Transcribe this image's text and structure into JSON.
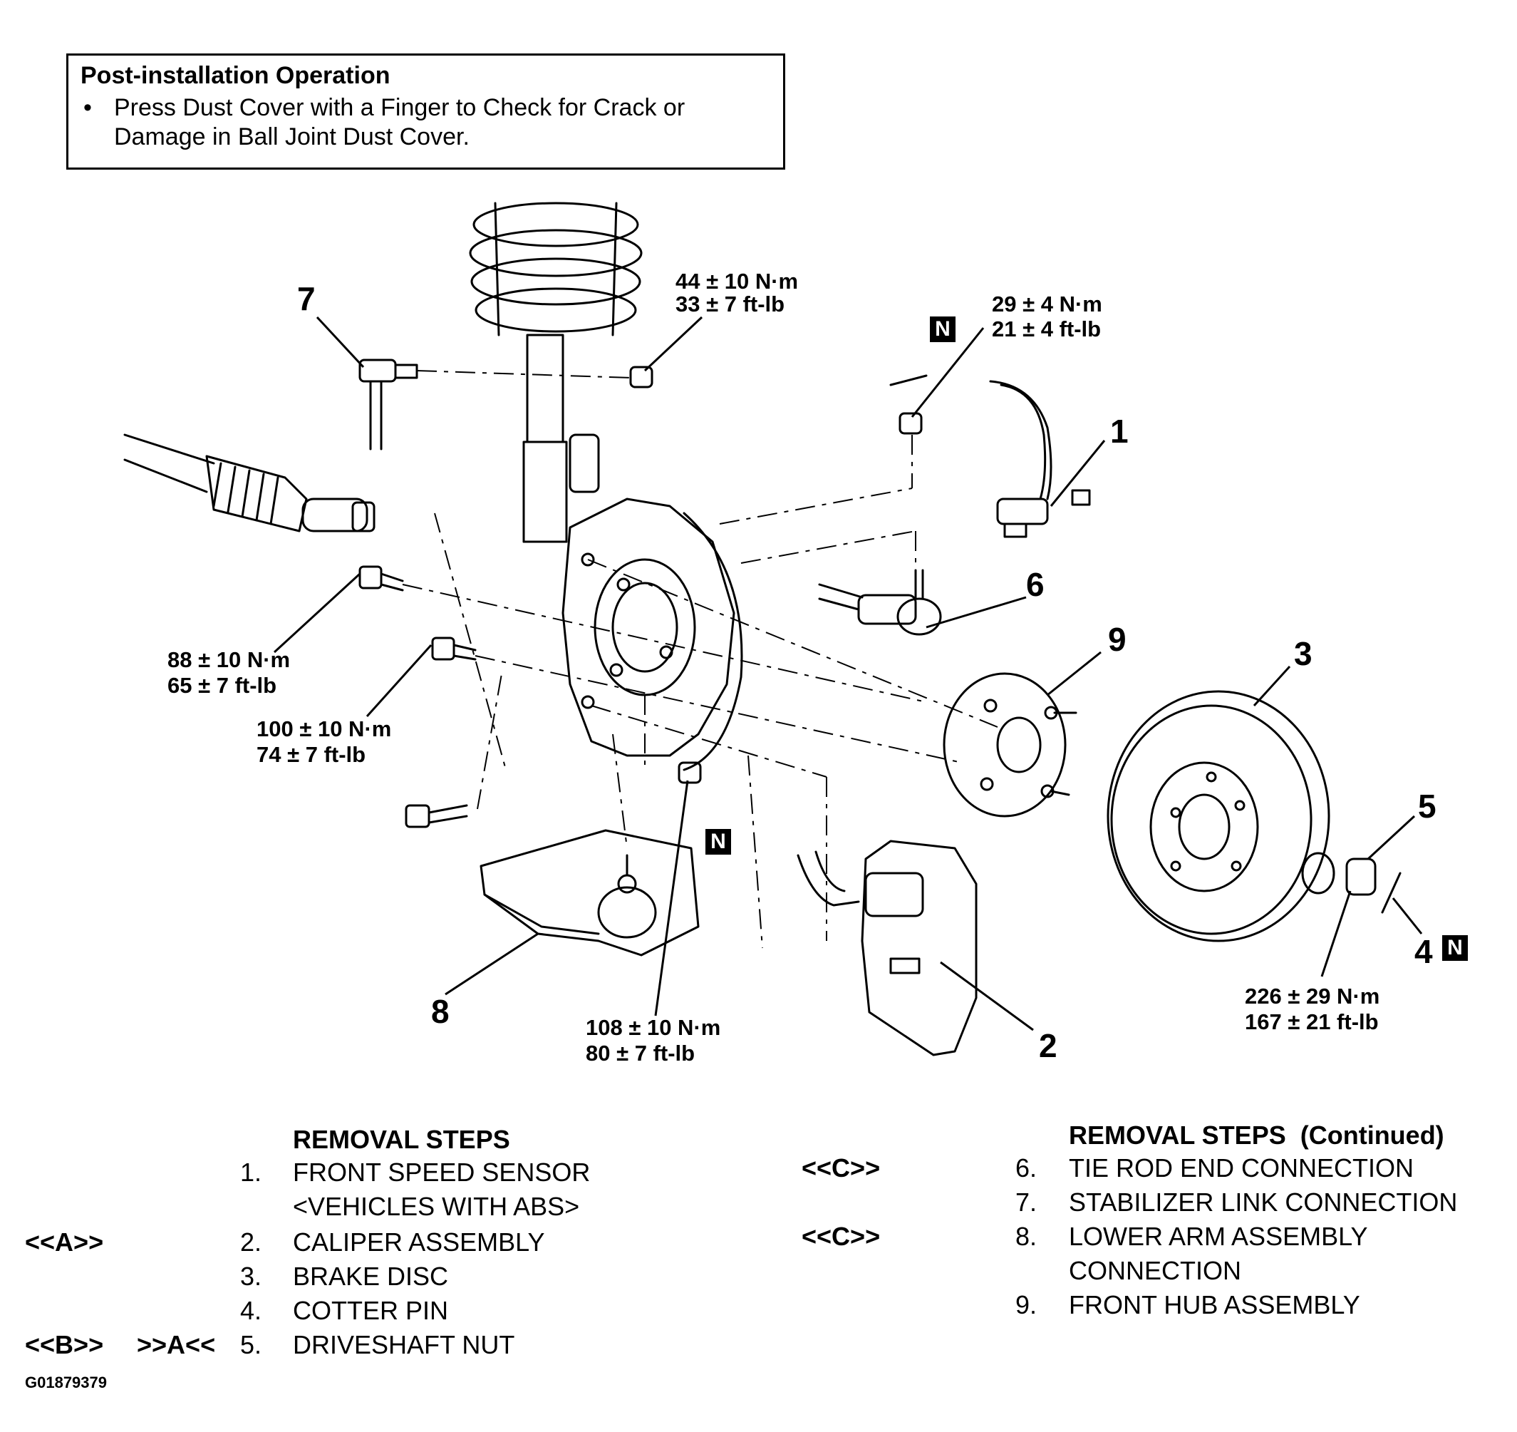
{
  "note": {
    "title": "Post-installation Operation",
    "bullet": "•",
    "line1": "Press Dust Cover with a Finger to Check for Crack or",
    "line2": "Damage in Ball Joint Dust Cover."
  },
  "torques": {
    "strut_nut": {
      "nm": "44 ± 10 N·m",
      "ftlb": "33 ± 7 ft-lb"
    },
    "tierod_nut": {
      "nm": "29 ± 4 N·m",
      "ftlb": "21 ± 4 ft-lb"
    },
    "upper_bolt": {
      "nm": "88 ± 10 N·m",
      "ftlb": "65 ± 7 ft-lb"
    },
    "lower_bolt": {
      "nm": "100 ± 10 N·m",
      "ftlb": "74 ± 7 ft-lb"
    },
    "ball_joint_nut": {
      "nm": "108 ± 10 N·m",
      "ftlb": "80 ± 7 ft-lb"
    },
    "driveshaft_nut": {
      "nm": "226 ± 29 N·m",
      "ftlb": "167 ± 21 ft-lb"
    }
  },
  "callouts": {
    "c1": "1",
    "c2": "2",
    "c3": "3",
    "c4": "4",
    "c5": "5",
    "c6": "6",
    "c7": "7",
    "c8": "8",
    "c9": "9",
    "n": "N"
  },
  "steps_left": {
    "heading": "REMOVAL STEPS",
    "items": [
      {
        "num": "1.",
        "text": "FRONT SPEED SENSOR",
        "text2": "<VEHICLES WITH ABS>",
        "tag": "",
        "tag2": ""
      },
      {
        "num": "2.",
        "text": "CALIPER ASSEMBLY",
        "tag": "<<A>>",
        "tag2": ""
      },
      {
        "num": "3.",
        "text": "BRAKE DISC",
        "tag": "",
        "tag2": ""
      },
      {
        "num": "4.",
        "text": "COTTER PIN",
        "tag": "",
        "tag2": ""
      },
      {
        "num": "5.",
        "text": "DRIVESHAFT NUT",
        "tag": "<<B>>",
        "tag2": ">>A<<"
      }
    ]
  },
  "steps_right": {
    "heading": "REMOVAL STEPS",
    "heading_suffix": "(Continued)",
    "items": [
      {
        "num": "6.",
        "text": "TIE ROD END CONNECTION",
        "tag": "<<C>>"
      },
      {
        "num": "7.",
        "text": "STABILIZER LINK CONNECTION",
        "tag": ""
      },
      {
        "num": "8.",
        "text": "LOWER ARM ASSEMBLY",
        "text2": "CONNECTION",
        "tag": "<<C>>"
      },
      {
        "num": "9.",
        "text": "FRONT HUB ASSEMBLY",
        "tag": ""
      }
    ]
  },
  "figure_id": "G01879379"
}
